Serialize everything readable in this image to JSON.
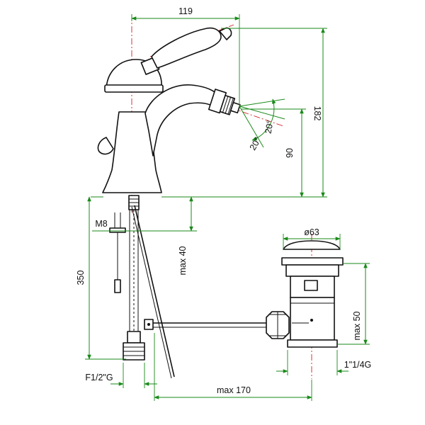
{
  "dimensions": {
    "width_top": "119",
    "height_total": "182",
    "spout_height": "90",
    "spray_angle_left": "20°",
    "spray_angle_right": "20°",
    "thread_m8": "M8",
    "max_40": "max 40",
    "hose_350": "350",
    "drain_diameter": "ø63",
    "max_50": "max 50",
    "drain_thread": "1\"1/4G",
    "inlet_thread": "F1/2\"G",
    "max_170": "max 170"
  },
  "colors": {
    "dimension_lines": "#1a8a1a",
    "center_lines": "#d02020",
    "outline": "#111111"
  }
}
